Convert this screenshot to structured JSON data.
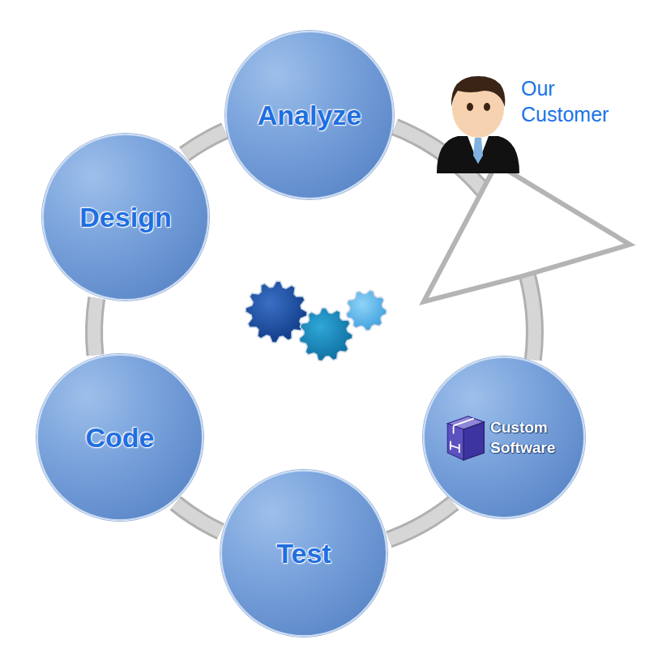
{
  "diagram": {
    "nodes": [
      {
        "text": [
          "Analyze"
        ]
      },
      {
        "text": [
          "Design"
        ]
      },
      {
        "text": [
          "Code"
        ]
      },
      {
        "text": [
          "Test"
        ]
      },
      {
        "text": [
          "Custom Software"
        ]
      }
    ],
    "edges": [
      {
        "from": 0,
        "to": 1,
        "arrow": "none"
      },
      {
        "from": 1,
        "to": 2,
        "arrow": "none"
      },
      {
        "from": 2,
        "to": 3,
        "arrow": "none"
      },
      {
        "from": 3,
        "to": 4,
        "arrow": "none"
      },
      {
        "from": 4,
        "to": 0,
        "arrow": "to"
      }
    ],
    "labels": [
      "Our Customer"
    ]
  }
}
